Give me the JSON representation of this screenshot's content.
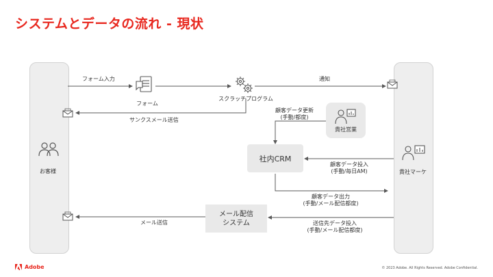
{
  "slide": {
    "title": "システムとデータの流れ - 現状"
  },
  "lanes": {
    "customer": "お客様",
    "marketing": "貴社マーケ"
  },
  "nodes": {
    "form": "フォーム",
    "scratch_program": "スクラッチプログラム",
    "sales": "貴社営業",
    "crm": "社内CRM",
    "mail_system_line1": "メール配信",
    "mail_system_line2": "システム"
  },
  "arrows": {
    "form_input": "フォーム入力",
    "notify": "通知",
    "thanks_mail": "サンクスメール送信",
    "customer_update_line1": "顧客データ更新",
    "customer_update_line2": "(手動/都度)",
    "customer_import_line1": "顧客データ投入",
    "customer_import_line2": "(手動/毎日AM)",
    "customer_export_line1": "顧客データ出力",
    "customer_export_line2": "(手動/メール配信都度)",
    "recipient_import_line1": "送信先データ投入",
    "recipient_import_line2": "(手動/メール配信都度)",
    "mail_send": "メール送信"
  },
  "footer": {
    "brand": "Adobe",
    "copyright": "© 2023 Adobe. All Rights Reserved. Adobe Confidential."
  },
  "colors": {
    "accent": "#e8271e",
    "line": "#5a5a5a",
    "box": "#e9e9e9",
    "lane": "#eeeeee"
  }
}
